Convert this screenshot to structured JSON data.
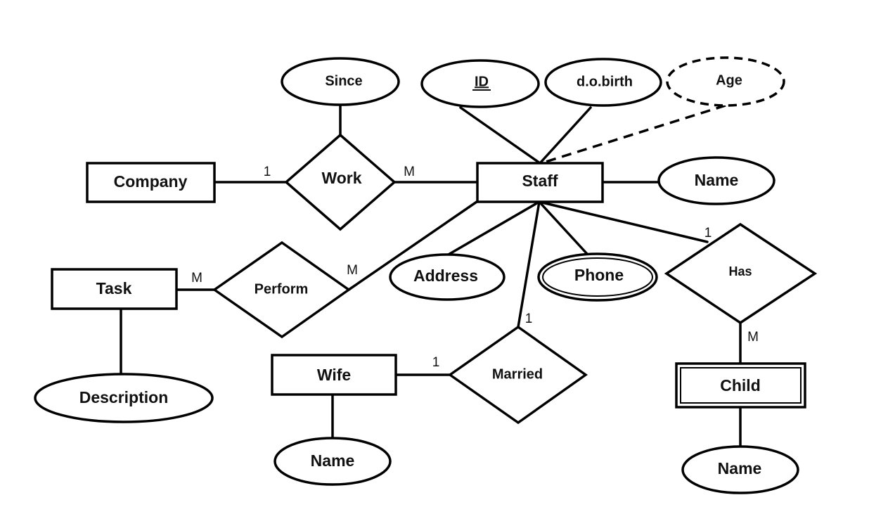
{
  "entities": {
    "company": "Company",
    "staff": "Staff",
    "task": "Task",
    "wife": "Wife",
    "child": "Child"
  },
  "relationships": {
    "work": "Work",
    "perform": "Perform",
    "married": "Married",
    "has": "Has"
  },
  "attributes": {
    "since": "Since",
    "id": "ID",
    "dob": "d.o.birth",
    "age": "Age",
    "staff_name": "Name",
    "address": "Address",
    "phone": "Phone",
    "description": "Description",
    "wife_name": "Name",
    "child_name": "Name"
  },
  "cardinalities": {
    "company_work": "1",
    "work_staff": "M",
    "task_perform": "M",
    "perform_staff": "M",
    "staff_married": "1",
    "wife_married": "1",
    "staff_has": "1",
    "has_child": "M"
  },
  "notation": {
    "key_attribute": "ID",
    "derived_attribute": "Age",
    "multivalued_attribute": "Phone",
    "weak_entity": "Child"
  }
}
